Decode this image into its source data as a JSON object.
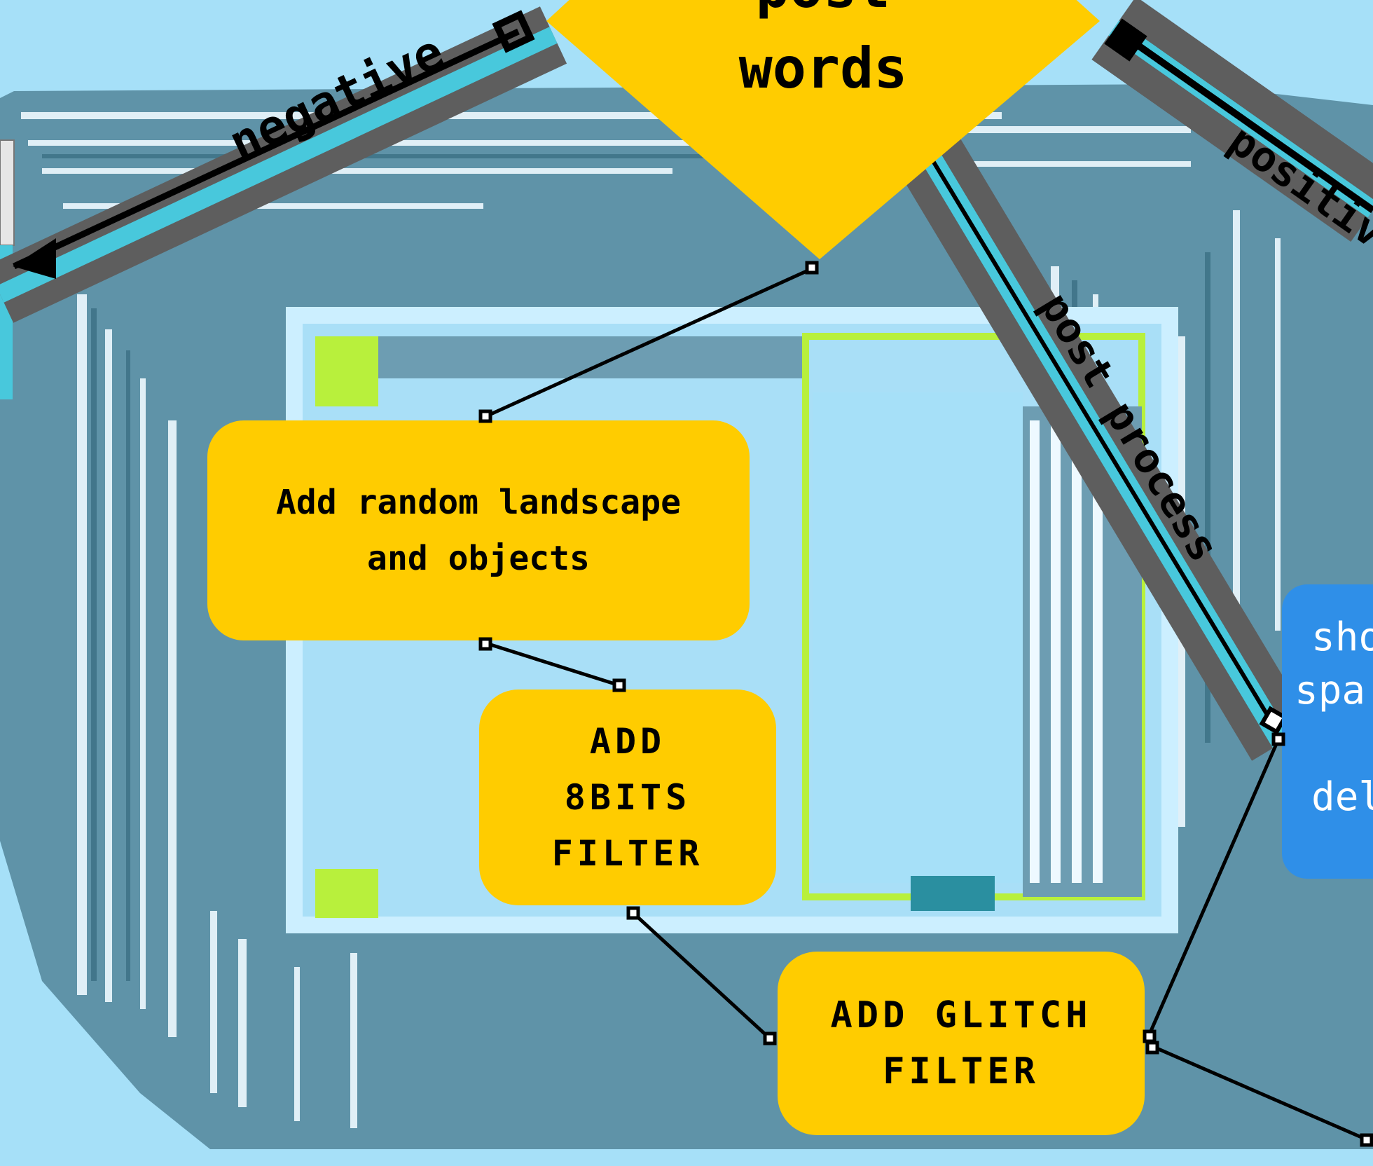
{
  "decision": {
    "line1": "post",
    "line2": "words"
  },
  "edges": {
    "negative": "negative",
    "positive": "positive",
    "post_process": "post process"
  },
  "steps": {
    "landscape": "Add random landscape\nand objects",
    "eightbit": "ADD\n8BiTS\nFiLTER",
    "glitch": "ADD GLITCH\nFiLTER"
  },
  "side_node": {
    "l1": "sho",
    "l2": "spa",
    "l3": "del"
  },
  "colors": {
    "yellow": "#ffcc00",
    "cyan": "#48c8dc",
    "gray": "#5e5e5e",
    "blue": "#2f8fe8"
  }
}
